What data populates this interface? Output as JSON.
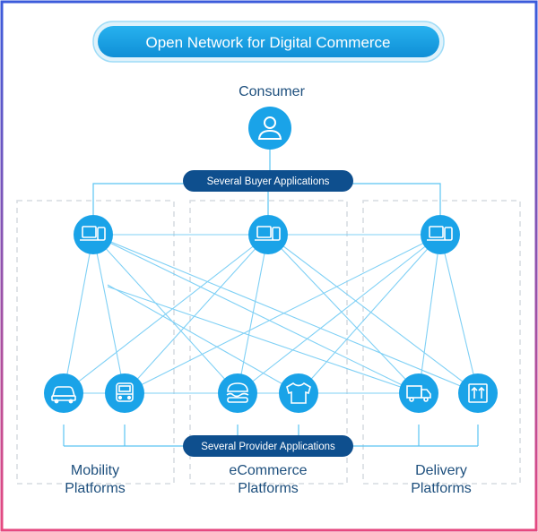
{
  "title": "Open Network for Digital Commerce",
  "consumer": {
    "label": "Consumer",
    "icon": "user-icon"
  },
  "buyer_bar": {
    "label": "Several Buyer Applications"
  },
  "provider_bar": {
    "label": "Several Provider Applications"
  },
  "buyer_apps": [
    {
      "icon": "devices-icon"
    },
    {
      "icon": "devices-icon"
    },
    {
      "icon": "devices-icon"
    }
  ],
  "providers": [
    {
      "icon": "car-icon"
    },
    {
      "icon": "bus-icon"
    },
    {
      "icon": "burger-icon"
    },
    {
      "icon": "shirt-icon"
    },
    {
      "icon": "delivery-truck-icon"
    },
    {
      "icon": "package-box-icon"
    }
  ],
  "groups": [
    {
      "line1": "Mobility",
      "line2": "Platforms"
    },
    {
      "line1": "eCommerce",
      "line2": "Platforms"
    },
    {
      "line1": "Delivery",
      "line2": "Platforms"
    }
  ],
  "colors": {
    "node": "#1aa3e8",
    "bar": "#0e4f8e",
    "connector": "#7fd0f5",
    "label": "#1d4f7d",
    "frame_top": "#3b5bdb",
    "frame_bottom": "#e64980"
  }
}
